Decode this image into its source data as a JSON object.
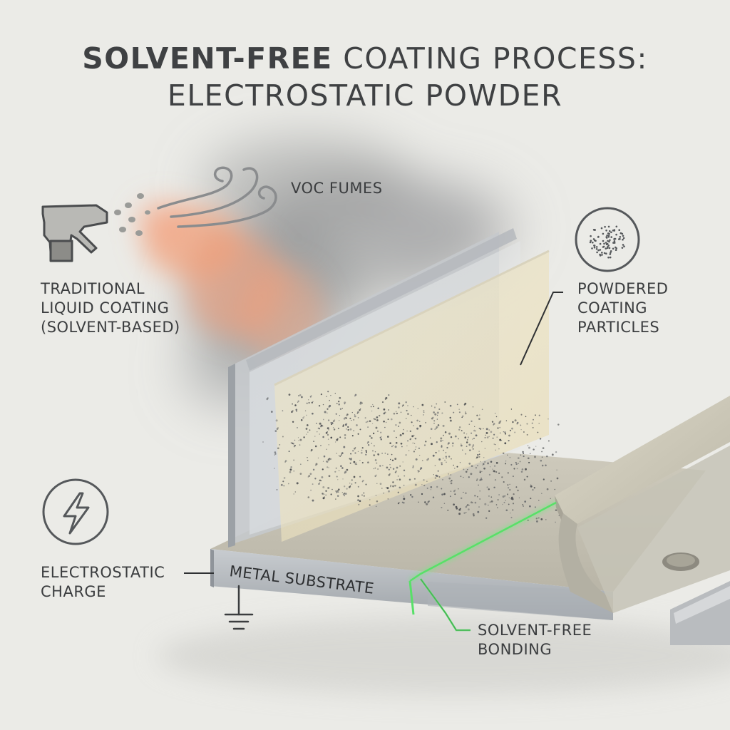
{
  "title": {
    "line1_bold": "SOLVENT-FREE",
    "line1_rest": "COATING PROCESS:",
    "line2": "ELECTROSTATIC POWDER"
  },
  "labels": {
    "voc_fumes": "VOC FUMES",
    "traditional": [
      "TRADITIONAL",
      "LIQUID COATING",
      "(SOLVENT-BASED)"
    ],
    "powdered": [
      "POWDERED",
      "COATING",
      "PARTICLES"
    ],
    "electrostatic": [
      "ELECTROSTATIC",
      "CHARGE"
    ],
    "metal_substrate": "METAL SUBSTRATE",
    "bonding": [
      "SOLVENT-FREE",
      "BONDING"
    ]
  },
  "icons": [
    "spray-bottle-icon",
    "fume-swirl-icon",
    "powder-particles-icon",
    "lightning-bolt-icon",
    "ground-symbol-icon"
  ],
  "colors": {
    "background": "#ebebe7",
    "text": "#3b3d3f",
    "spray_orange": "#f0a07a",
    "fume_gray": "#8d8f90",
    "metal": "#c6c9cc",
    "powder_beige": "#d8d2bc",
    "bond_green": "#5ee66c"
  }
}
